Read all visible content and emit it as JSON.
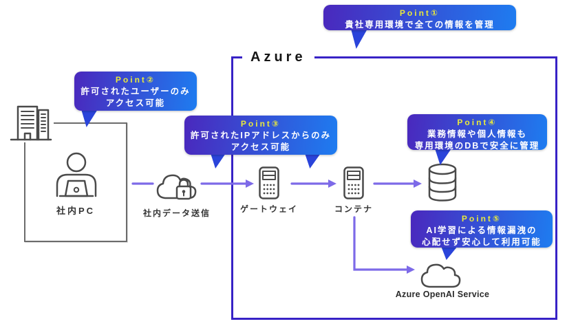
{
  "diagram": {
    "azure_label": "Azure",
    "callouts": [
      {
        "title": "Point①",
        "lines": [
          "貴社専用環境で全ての情報を管理"
        ]
      },
      {
        "title": "Point②",
        "lines": [
          "許可されたユーザーのみ",
          "アクセス可能"
        ]
      },
      {
        "title": "Point③",
        "lines": [
          "許可されたIPアドレスからのみ",
          "アクセス可能"
        ]
      },
      {
        "title": "Point④",
        "lines": [
          "業務情報や個人情報も",
          "専用環境のDBで安全に管理"
        ]
      },
      {
        "title": "Point⑤",
        "lines": [
          "AI学習による情報漏洩の",
          "心配せず安心して利用可能"
        ]
      }
    ],
    "nodes": {
      "internal_pc": {
        "label": "社内PC",
        "icon": "person-at-laptop-icon"
      },
      "data_send": {
        "label": "社内データ送信",
        "icon": "cloud-lock-icon"
      },
      "gateway": {
        "label": "ゲートウェイ",
        "icon": "server-icon"
      },
      "container": {
        "label": "コンテナ",
        "icon": "server-icon"
      },
      "database": {
        "icon": "database-icon"
      },
      "azure_openai": {
        "label": "Azure OpenAI Service",
        "icon": "cloud-icon"
      }
    },
    "colors": {
      "callout_gradient_start": "#4a28bd",
      "callout_gradient_end": "#1e7cf0",
      "callout_tail": "#2a44da",
      "point_title": "#e9e93c",
      "callout_text": "#ffffff",
      "arrow": "#7d6ae8",
      "azure_border": "#3722c6",
      "icon_stroke": "#4a4a4a",
      "label_text": "#333333"
    }
  }
}
